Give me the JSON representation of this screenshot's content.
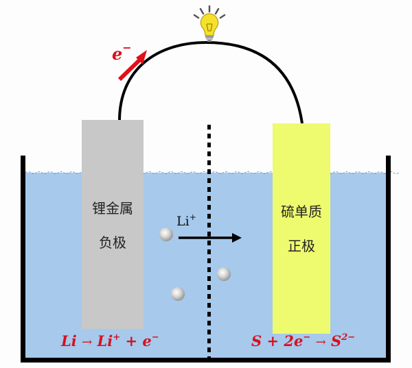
{
  "diagram": {
    "type": "lithium-sulfur battery discharge schematic",
    "anode": {
      "line1": "锂金属",
      "line2": "负极",
      "color": "#c8c8c8"
    },
    "cathode": {
      "line1": "硫单质",
      "line2": "正极",
      "color": "#eefb6e"
    },
    "electrolyte_color": "#a6c9ec",
    "ion_label": {
      "base": "Li",
      "sup": "+"
    },
    "electron_label": {
      "base": "e",
      "sup": "−"
    },
    "anode_reaction": {
      "lhs": "Li",
      "arrow": "→",
      "p1": "Li",
      "p1_sup": "+",
      "plus": "+",
      "p2": "e",
      "p2_sup": "−"
    },
    "cathode_reaction": {
      "r1": "S",
      "plus": "+",
      "r2": "2e",
      "r2_sup": "−",
      "arrow": "→",
      "p1": "S",
      "p1_sup": "2−"
    },
    "accent_red": "#d8101c",
    "bulb_color": "#f5e12a"
  }
}
